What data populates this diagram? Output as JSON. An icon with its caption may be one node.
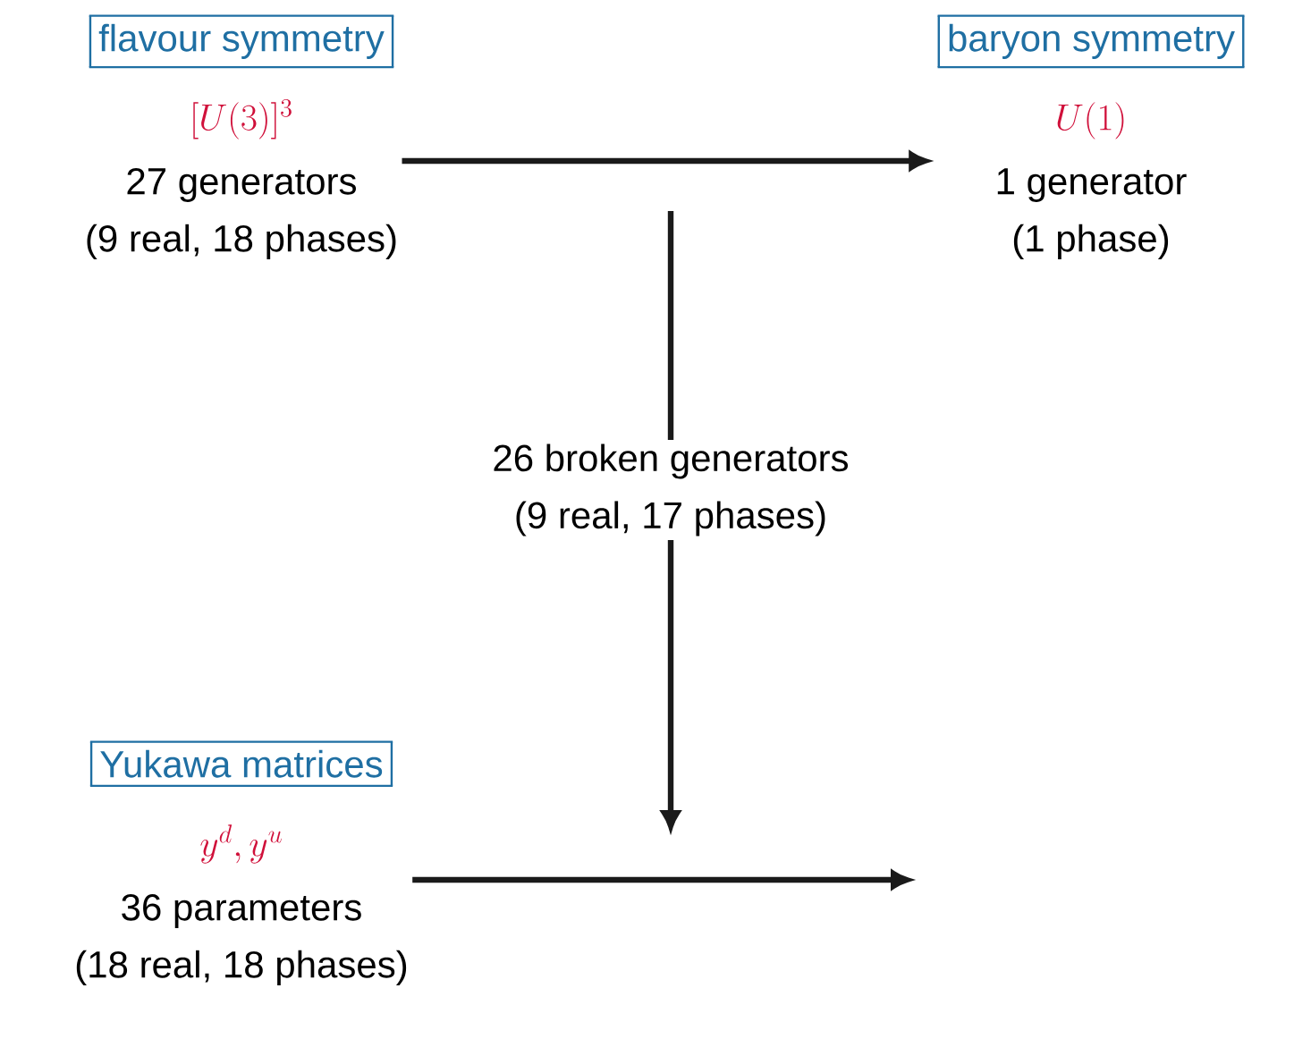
{
  "diagram": {
    "nodes": [
      {
        "text": [
          "flavour symmetry",
          "[U(3)]^3",
          "27 generators",
          "(9 real, 18 phases)"
        ]
      },
      {
        "text": [
          "baryon symmetry",
          "U(1)",
          "1 generator",
          "(1 phase)"
        ]
      },
      {
        "text": [
          "26 broken generators",
          "(9 real, 17 phases)"
        ]
      },
      {
        "text": [
          "Yukawa matrices",
          "y^d, y^u",
          "36 parameters",
          "(18 real, 18 phases)"
        ]
      }
    ],
    "edges": [
      {
        "from": 0,
        "to": 1,
        "arrow": "to"
      },
      {
        "from": null,
        "to": 2,
        "arrow": "none"
      },
      {
        "from": 2,
        "to": null,
        "arrow": "to"
      },
      {
        "from": 3,
        "to": null,
        "arrow": "to"
      }
    ]
  }
}
